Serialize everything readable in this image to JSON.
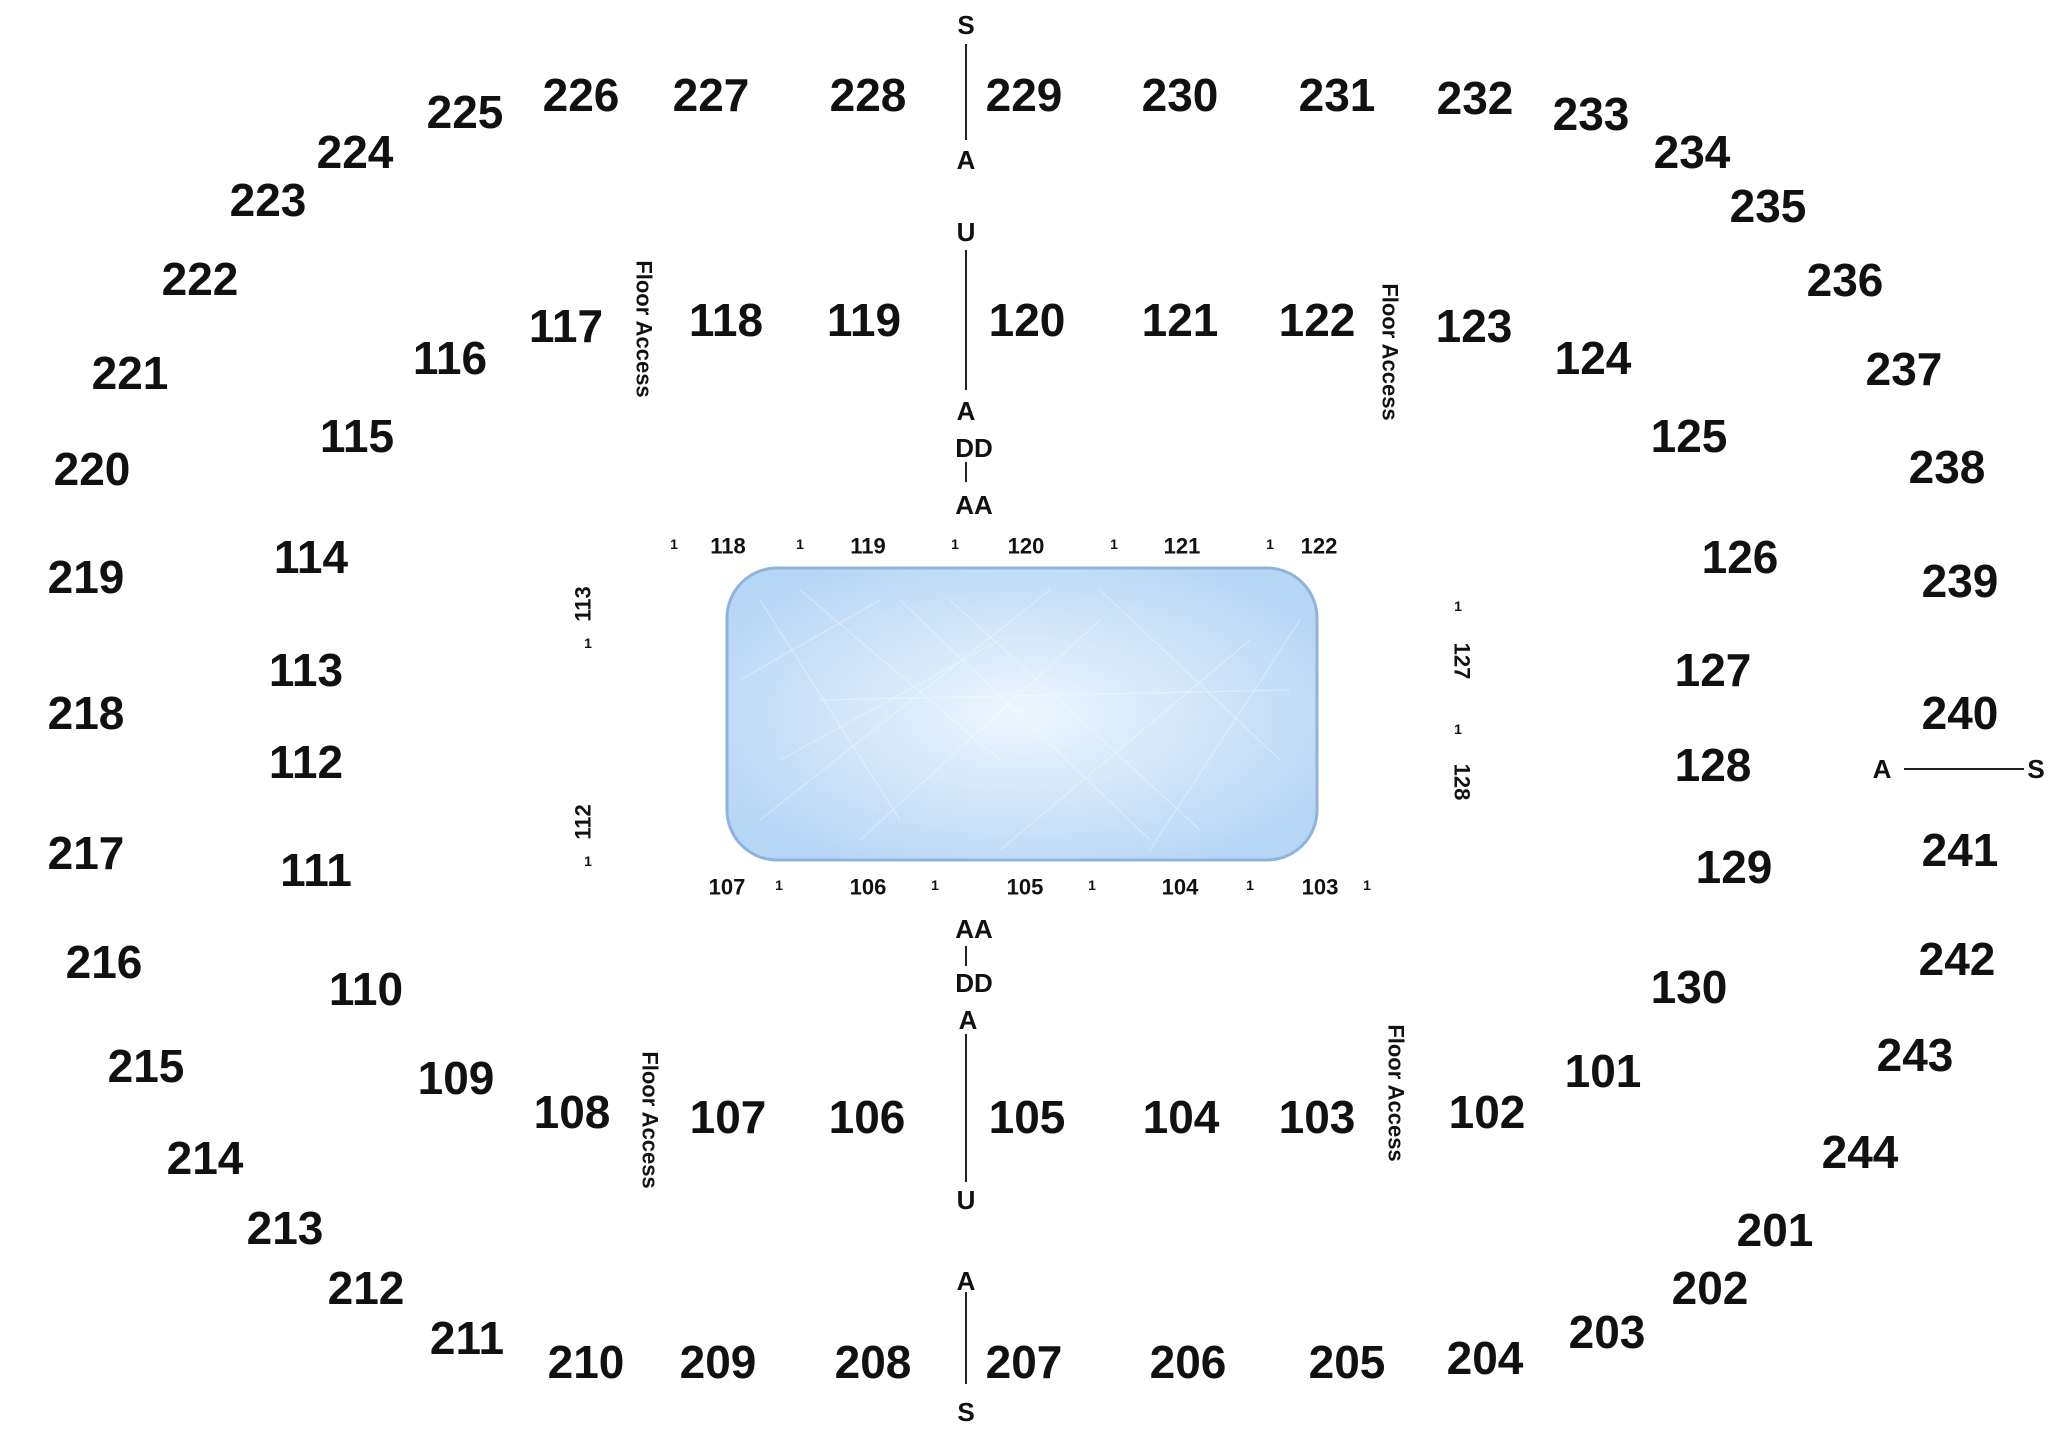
{
  "upper_sections": [
    "201",
    "202",
    "203",
    "204",
    "205",
    "206",
    "207",
    "208",
    "209",
    "210",
    "211",
    "212",
    "213",
    "214",
    "215",
    "216",
    "217",
    "218",
    "219",
    "220",
    "221",
    "222",
    "223",
    "224",
    "225",
    "226",
    "227",
    "228",
    "229",
    "230",
    "231",
    "232",
    "233",
    "234",
    "235",
    "236",
    "237",
    "238",
    "239",
    "240",
    "241",
    "242",
    "243",
    "244"
  ],
  "lower_sections": [
    "101",
    "102",
    "103",
    "104",
    "105",
    "106",
    "107",
    "108",
    "109",
    "110",
    "111",
    "112",
    "113",
    "114",
    "115",
    "116",
    "117",
    "118",
    "119",
    "120",
    "121",
    "122",
    "123",
    "124",
    "125",
    "126",
    "127",
    "128",
    "129",
    "130"
  ],
  "rink_labels": {
    "top": [
      "118",
      "119",
      "120",
      "121",
      "122"
    ],
    "bottom": [
      "107",
      "106",
      "105",
      "104",
      "103"
    ],
    "left": [
      "113",
      "112"
    ],
    "right": [
      "127",
      "128"
    ]
  },
  "row_marker": "1",
  "row_markers": {
    "top_aisle": [
      "S",
      "A",
      "U",
      "A",
      "DD",
      "AA"
    ],
    "bottom_aisle": [
      "AA",
      "DD",
      "A",
      "U",
      "A",
      "S"
    ],
    "right_aisle": [
      "A",
      "S"
    ]
  },
  "floor_access_label": "Floor Access",
  "colors": {
    "ice": "#bcd9f6",
    "ice_center": "#eef6fd",
    "ice_border": "#8fb4dc",
    "text": "#111111"
  }
}
